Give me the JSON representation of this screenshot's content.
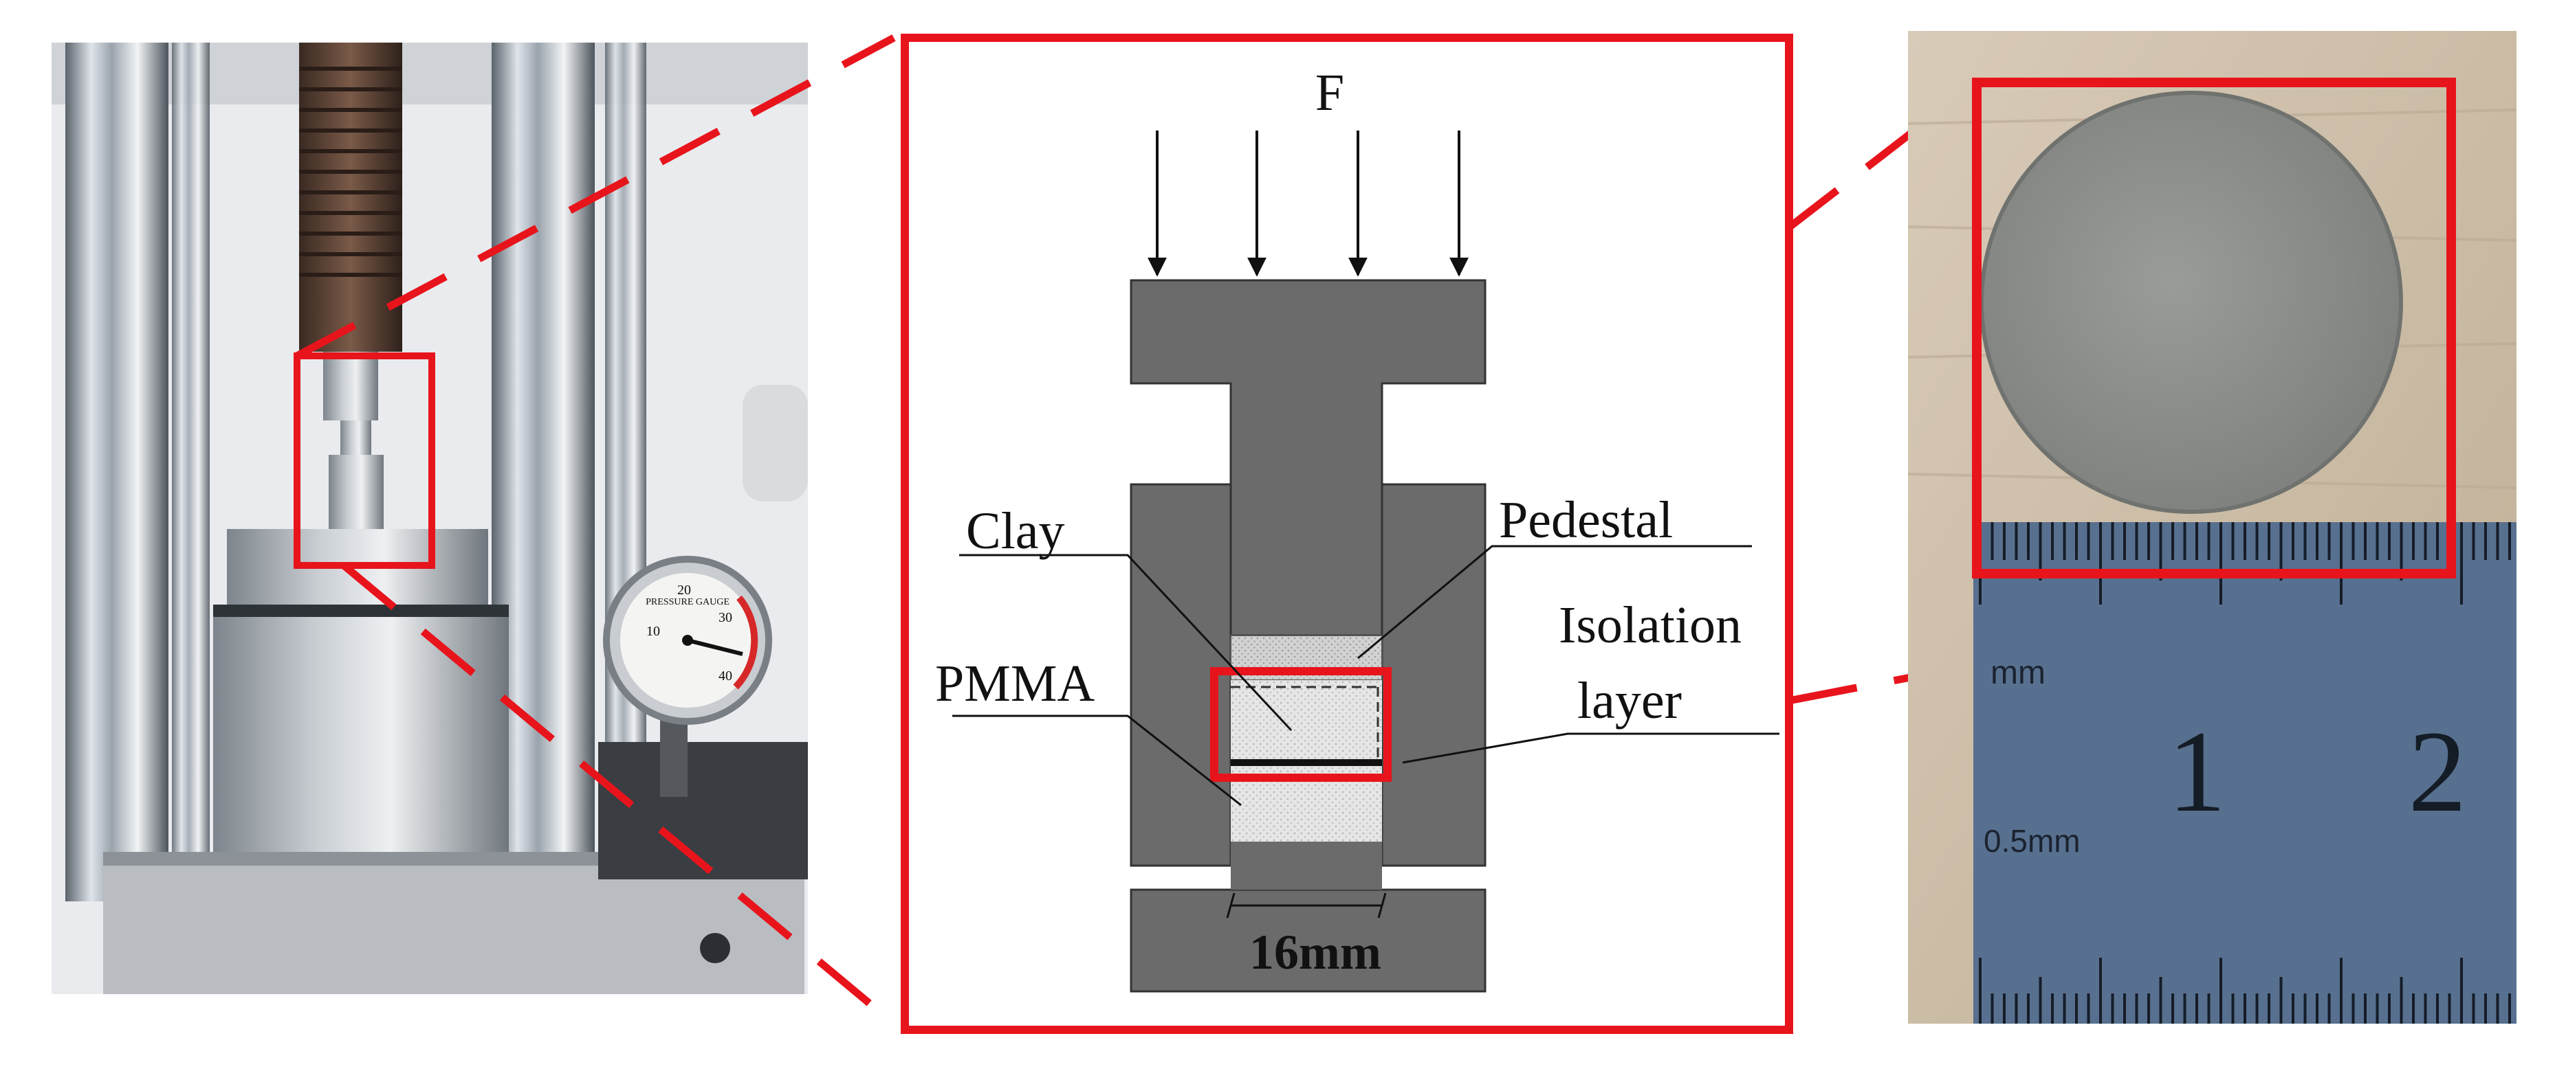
{
  "diagram": {
    "force_label": "F",
    "labels": {
      "clay": "Clay",
      "pedestal": "Pedestal",
      "isolation_line1": "Isolation",
      "isolation_line2": "layer",
      "pmma": "PMMA",
      "dimension": "16mm"
    }
  },
  "ruler": {
    "unit_top": "mm",
    "unit_bottom": "0.5mm",
    "number_1": "1",
    "number_2": "2"
  },
  "pressure_gauge": {
    "title": "PRESSURE GAUGE",
    "ticks": [
      "10",
      "20",
      "30",
      "40"
    ]
  },
  "colors": {
    "highlight_red": "#e8141c",
    "mold_gray": "#6b6b6b",
    "specimen_gray": "#8f918e",
    "ruler_blue": "#58708f"
  }
}
